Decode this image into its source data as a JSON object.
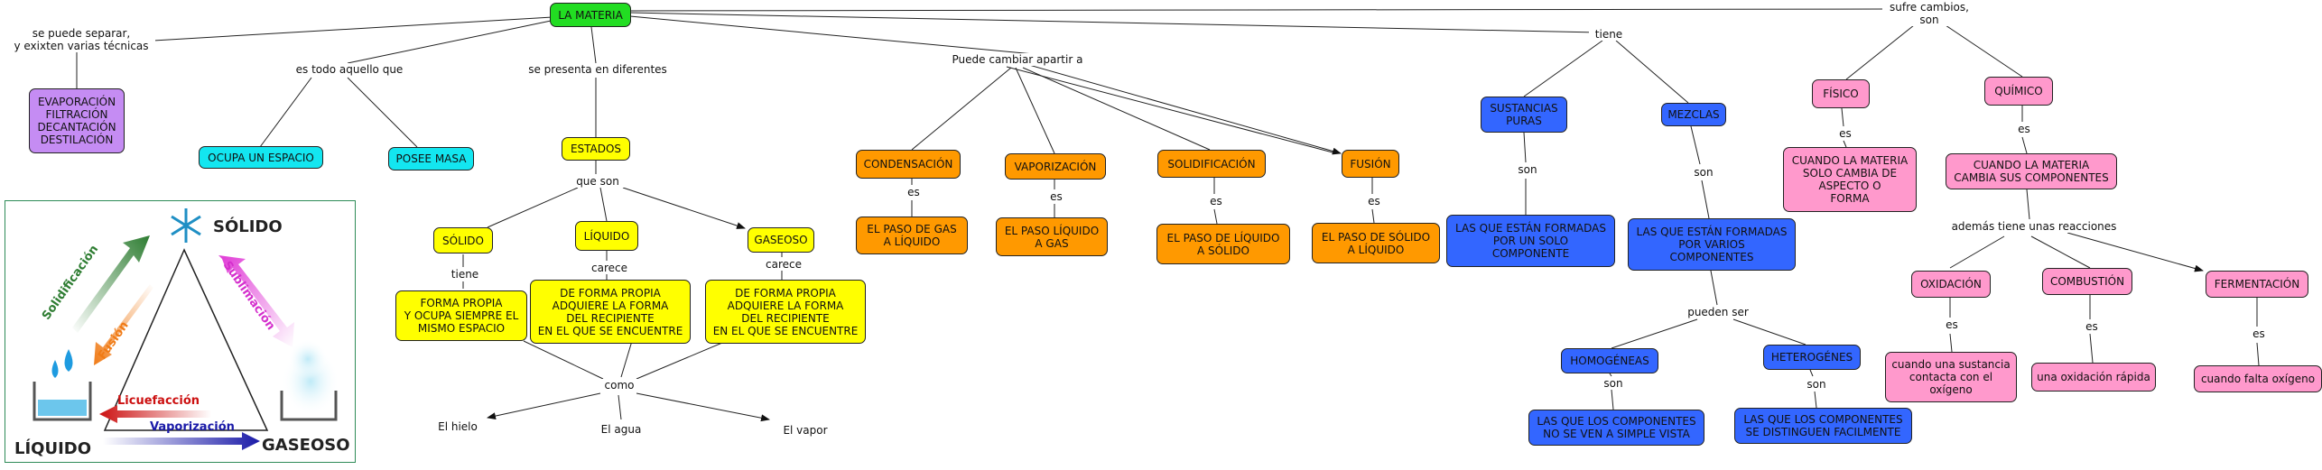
{
  "root": "LA MATERIA",
  "links": {
    "separar": "se puede separar,\ny exixten varias técnicas",
    "aquello": "es todo aquello que",
    "presenta": "se presenta en diferentes",
    "cambiar": "Puede cambiar apartir a",
    "tiene": "tiene",
    "sufre": "sufre cambios,\nson",
    "que_son": "que son",
    "tiene2": "tiene",
    "carece1": "carece",
    "carece2": "carece",
    "como": "como",
    "es_cond": "es",
    "es_vap": "es",
    "es_sol": "es",
    "es_fus": "es",
    "son_sp": "son",
    "son_mez": "son",
    "pueden_ser": "pueden ser",
    "son_hom": "son",
    "son_het": "son",
    "es_fis": "es",
    "es_qui": "es",
    "ademas": "además tiene unas reacciones",
    "es_oxi": "es",
    "es_com": "es",
    "es_fer": "es"
  },
  "nodes": {
    "tecnicas": "EVAPORACIÓN\nFILTRACIÓN\nDECANTACIÓN\nDESTILACIÓN",
    "espacio": "OCUPA UN ESPACIO",
    "masa": "POSEE MASA",
    "estados": "ESTADOS",
    "solido": "SÓLIDO",
    "liquido": "LÍQUIDO",
    "gaseoso": "GASEOSO",
    "solido_desc": "FORMA PROPIA\nY OCUPA SIEMPRE EL\nMISMO ESPACIO",
    "liquido_desc": "DE FORMA PROPIA\nADQUIERE LA FORMA\nDEL RECIPIENTE\nEN EL QUE SE ENCUENTRE",
    "gaseoso_desc": "DE FORMA PROPIA\nADQUIERE LA FORMA\nDEL RECIPIENTE\nEN EL QUE SE ENCUENTRE",
    "hielo": "El hielo",
    "agua": "El agua",
    "vapor": "El vapor",
    "condensacion": "CONDENSACIÓN",
    "vaporizacion": "VAPORIZACIÓN",
    "solidificacion": "SOLIDIFICACIÓN",
    "fusion": "FUSIÓN",
    "cond_desc": "EL PASO DE GAS\nA LÍQUIDO",
    "vap_desc": "EL PASO LÍQUIDO\nA GAS",
    "sol_desc": "EL PASO DE LÍQUIDO\nA SÓLIDO",
    "fus_desc": "EL PASO DE SÓLIDO\nA LÍQUIDO",
    "sustancias": "SUSTANCIAS\nPURAS",
    "mezclas": "MEZCLAS",
    "sust_desc": "LAS QUE ESTÁN FORMADAS\nPOR UN SOLO\nCOMPONENTE",
    "mez_desc": "LAS QUE ESTÁN FORMADAS\nPOR VARIOS\nCOMPONENTES",
    "homogeneas": "HOMOGÉNEAS",
    "heterogeneas": "HETEROGÉNES",
    "hom_desc": "LAS QUE LOS COMPONENTES\nNO SE VEN A SIMPLE VISTA",
    "het_desc": "LAS QUE LOS COMPONENTES\nSE DISTINGUEN FACILMENTE",
    "fisico": "FÍSICO",
    "quimico": "QUÍMICO",
    "fis_desc": "CUANDO LA MATERIA\nSOLO CAMBIA DE\nASPECTO O\nFORMA",
    "qui_desc": "CUANDO LA MATERIA\nCAMBIA SUS COMPONENTES",
    "oxidacion": "OXIDACIÓN",
    "combustion": "COMBUSTIÓN",
    "fermentacion": "FERMENTACIÓN",
    "oxi_desc": "cuando una sustancia\ncontacta con el\noxígeno",
    "com_desc": "una oxidación rápida",
    "fer_desc": "cuando falta oxígeno"
  },
  "phase_diagram": {
    "solido": "SÓLIDO",
    "liquido": "LÍQUIDO",
    "gaseoso": "GASEOSO",
    "solidificacion": "Solidificación",
    "fusion": "Fusión",
    "sublimacion": "Sublimación",
    "licuefaccion": "Licuefacción",
    "vaporizacion": "Vaporización"
  },
  "colors": {
    "green": "#22dd22",
    "purple": "#c58cf3",
    "cyan": "#13e6f0",
    "yellow": "#ffff00",
    "orange": "#ff9900",
    "blue": "#3366ff",
    "pink": "#ff99cc"
  }
}
